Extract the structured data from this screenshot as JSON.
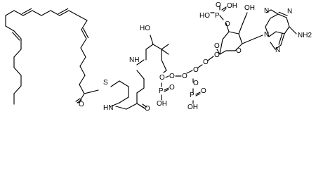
{
  "structure": {
    "atom_labels": {
      "s": "S",
      "o_thioester": "O",
      "ho_pantoyl": "HO",
      "nh_amide_1": "NH",
      "hn_amide_2": "HN",
      "o_amide_2": "O",
      "o_ester": "O",
      "p1": "P",
      "p1_o": "O",
      "p1_oh": "OH",
      "o_bridge_1": "O",
      "o_bridge_2": "O",
      "o_bridge_3": "O",
      "o_bridge_4": "O",
      "o_bridge_5": "O",
      "p2": "P",
      "p2_o": "O",
      "p2_oh": "OH",
      "o_5prime": "O",
      "o_5prime_2": "O",
      "o_ring": "O",
      "o_3prime": "O",
      "oh_2prime": "OH",
      "p3": "P",
      "p3_ho": "HO",
      "p3_oh": "OH",
      "p3_o": "O",
      "n_adenine_n9": "N",
      "n_adenine_n3": "N",
      "n_adenine_n1": "N",
      "n_adenine_n7": "N",
      "nh2": "NH2"
    }
  }
}
